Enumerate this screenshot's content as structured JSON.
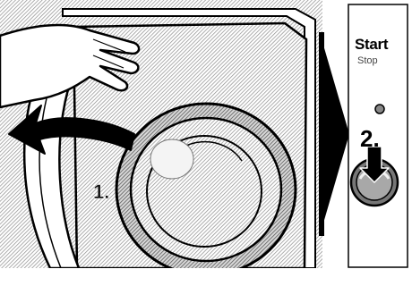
{
  "labels": {
    "start": "Start",
    "stop": "Stop",
    "step_open_door": "1.",
    "step_press_button": "2."
  },
  "colors": {
    "ink": "#000000",
    "hatch_gray": "#9a9a9a",
    "background": "#ffffff"
  },
  "icons": {
    "open_door_arrow": "curved-arrow-left-icon",
    "press_arrow": "arrow-down-icon",
    "transition_arrow": "arrow-right-icon"
  }
}
